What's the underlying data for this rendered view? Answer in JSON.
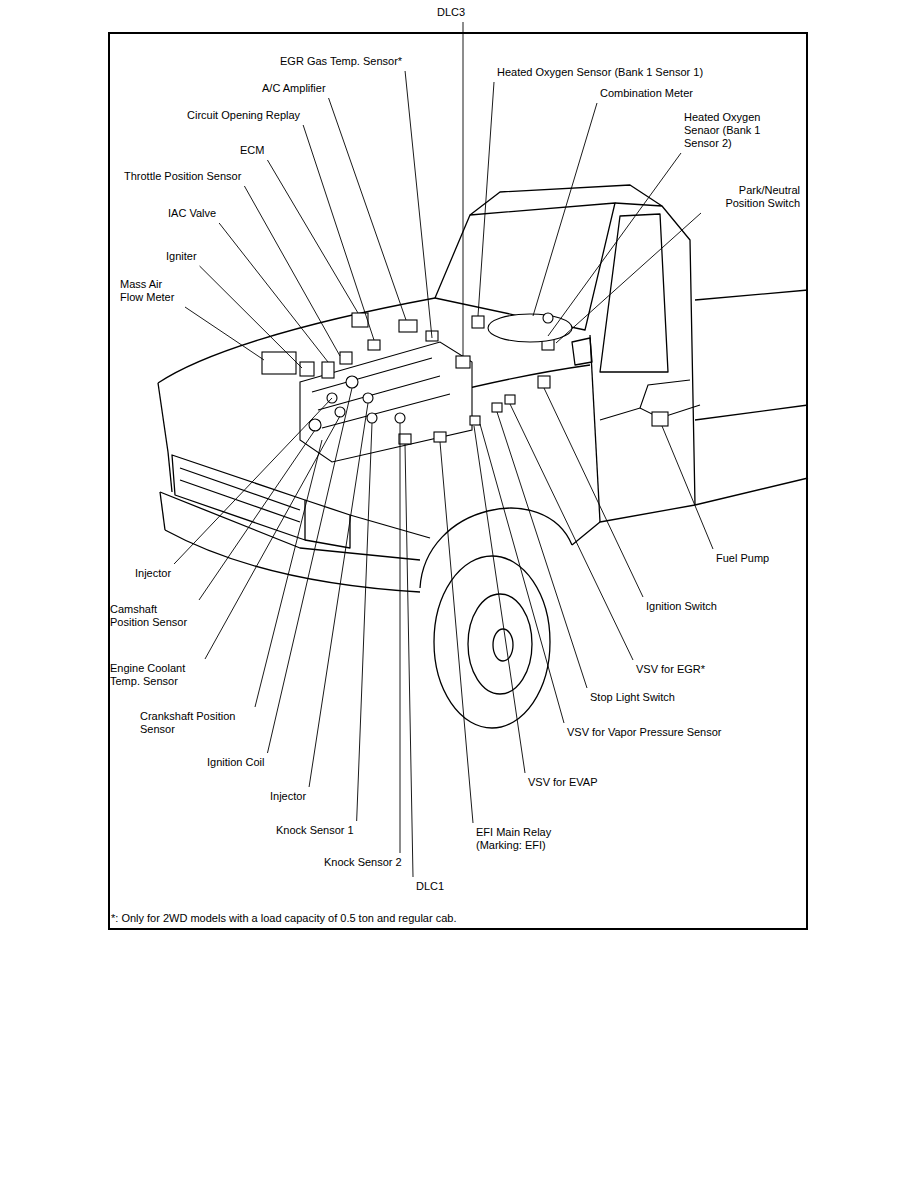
{
  "diagram": {
    "labels": [
      "DLC3",
      "EGR Gas Temp. Sensor*",
      "Heated Oxygen Sensor (Bank 1 Sensor 1)",
      "A/C Amplifier",
      "Combination Meter",
      "Circuit Opening Replay",
      "Heated Oxygen Senaor (Bank 1 Sensor 2)",
      "ECM",
      "Throttle Position Sensor",
      "Park/Neutral Position Switch",
      "IAC Valve",
      "Igniter",
      "Mass Air Flow Meter",
      "Fuel Pump",
      "Injector",
      "Camshaft Position Sensor",
      "Ignition Switch",
      "Engine Coolant Temp. Sensor",
      "VSV for EGR*",
      "Stop Light Switch",
      "VSV for Vapor Pressure Sensor",
      "Crankshaft Position Sensor",
      "Ignition Coil",
      "VSV for EVAP",
      "Injector",
      "Knock Sensor 1",
      "EFI Main Relay (Marking: EFI)",
      "Knock Sensor 2",
      "DLC1",
      "*: Only for 2WD models with a load capacity of 0.5 ton and regular cab."
    ]
  }
}
